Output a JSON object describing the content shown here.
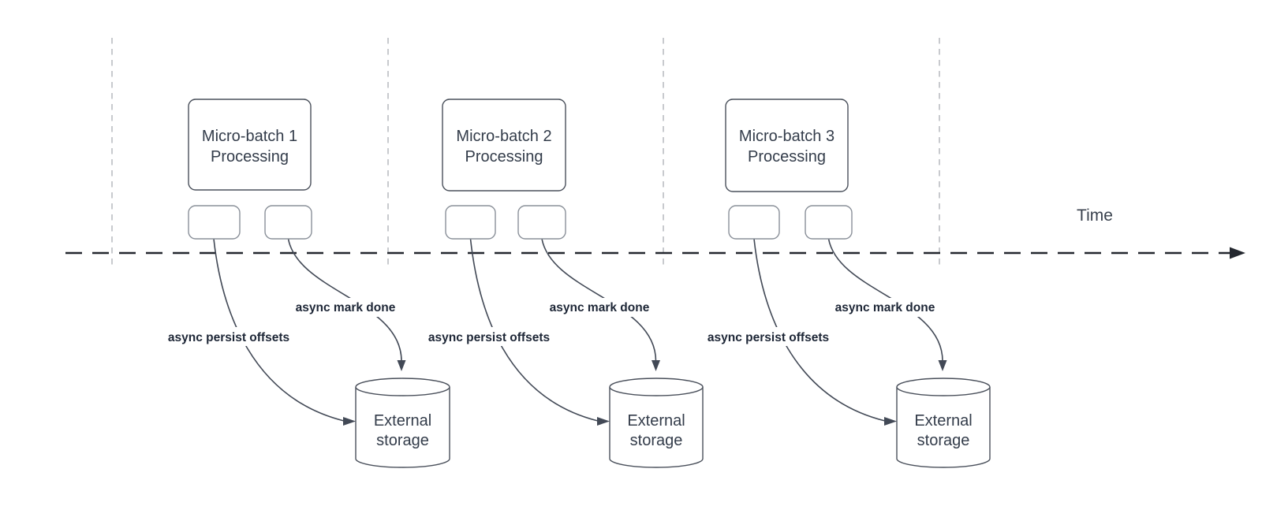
{
  "timeline": {
    "label": "Time"
  },
  "groups": [
    {
      "box_label_line1": "Micro-batch 1",
      "box_label_line2": "Processing",
      "persist_label": "async persist offsets",
      "done_label": "async mark done",
      "storage_line1": "External",
      "storage_line2": "storage"
    },
    {
      "box_label_line1": "Micro-batch 2",
      "box_label_line2": "Processing",
      "persist_label": "async persist offsets",
      "done_label": "async mark done",
      "storage_line1": "External",
      "storage_line2": "storage"
    },
    {
      "box_label_line1": "Micro-batch 3",
      "box_label_line2": "Processing",
      "persist_label": "async persist offsets",
      "done_label": "async mark done",
      "storage_line1": "External",
      "storage_line2": "storage"
    }
  ],
  "colors": {
    "background": "#ffffff",
    "shape_stroke": "#4a505b",
    "small_box_stroke": "#8a9099",
    "curve_stroke": "#424956",
    "timeline": "#23272e",
    "guide": "#b0b4ba",
    "box_text": "#333c4a",
    "edge_label_text": "#1d2636"
  }
}
